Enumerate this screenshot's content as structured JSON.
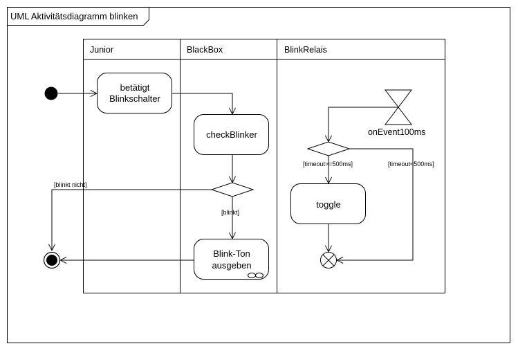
{
  "frame": {
    "title": "UML Aktivitätsdiagramm blinken"
  },
  "lanes": {
    "junior": "Junior",
    "blackbox": "BlackBox",
    "blinkrelais": "BlinkRelais"
  },
  "actions": {
    "betaetigt_line1": "betätigt",
    "betaetigt_line2": "Blinkschalter",
    "check_blinker": "checkBlinker",
    "blink_ton_line1": "Blink-Ton",
    "blink_ton_line2": "ausgeben",
    "toggle": "toggle"
  },
  "events": {
    "on_event": "onEvent100ms"
  },
  "guards": {
    "blinkt_nicht": "[blinkt nicht]",
    "blinkt": "[blinkt]",
    "timeout_ge": "[timeout>=500ms]",
    "timeout_lt": "[timeout<500ms]"
  }
}
